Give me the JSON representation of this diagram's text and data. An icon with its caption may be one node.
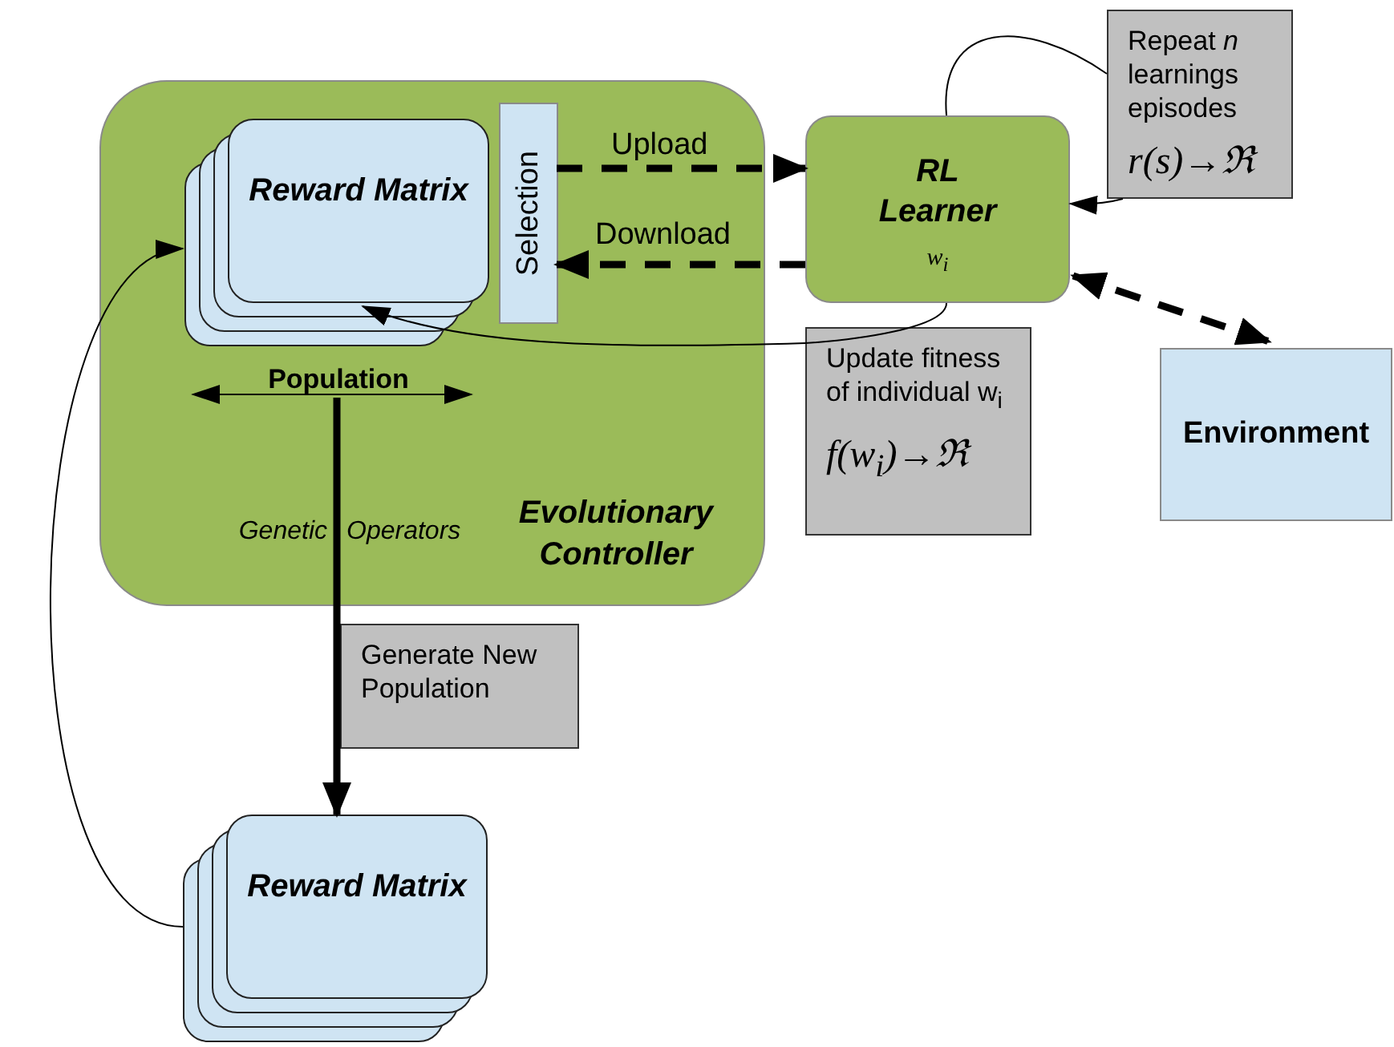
{
  "diagram": {
    "nodes": [
      {
        "text": [
          "Evolutionary Controller"
        ]
      },
      {
        "text": [
          "Reward Matrix"
        ],
        "in": 0
      },
      {
        "text": [
          "Selection"
        ],
        "in": 0
      },
      {
        "text": [
          "Population"
        ],
        "in": 0
      },
      {
        "text": [
          "RL Learner",
          "w$_{i}$"
        ]
      },
      {
        "text": [
          "Repeat *n* learnings episodes",
          "r(s)→ℜ"
        ]
      },
      {
        "text": [
          "Update fitness of individual w$_{i}$",
          "f(w$_{i}$)→ℜ"
        ]
      },
      {
        "text": [
          "Environment"
        ]
      },
      {
        "text": [
          "Generate New Population"
        ]
      },
      {
        "text": [
          "Reward Matrix"
        ]
      }
    ],
    "edges": [
      {
        "from": 2,
        "to": 4,
        "arrow": "to",
        "label": "Upload",
        "style": "dashed"
      },
      {
        "from": 4,
        "to": 2,
        "arrow": "to",
        "label": "Download",
        "style": "dashed"
      },
      {
        "from": 4,
        "to": 5,
        "arrow": "none"
      },
      {
        "from": 5,
        "to": 4,
        "arrow": "to"
      },
      {
        "from": 4,
        "to": 6,
        "arrow": "none"
      },
      {
        "from": 6,
        "to": 1,
        "arrow": "to"
      },
      {
        "from": 4,
        "to": 7,
        "arrow": "both",
        "style": "dashed"
      },
      {
        "from": 3,
        "to": 9,
        "arrow": "to",
        "label": "Genetic Operators",
        "style": "thick"
      },
      {
        "from": 9,
        "to": 1,
        "arrow": "to"
      }
    ]
  }
}
